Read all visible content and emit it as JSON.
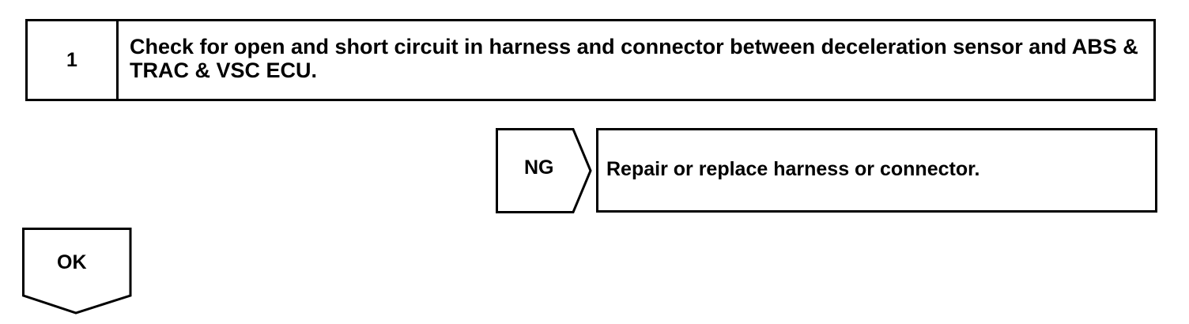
{
  "step": {
    "number": "1",
    "text": "Check for open and short circuit in harness and connector between deceleration sensor and ABS & TRAC & VSC ECU."
  },
  "ng_branch": {
    "label": "NG",
    "action": "Repair or replace harness or connector."
  },
  "ok_branch": {
    "label": "OK"
  }
}
